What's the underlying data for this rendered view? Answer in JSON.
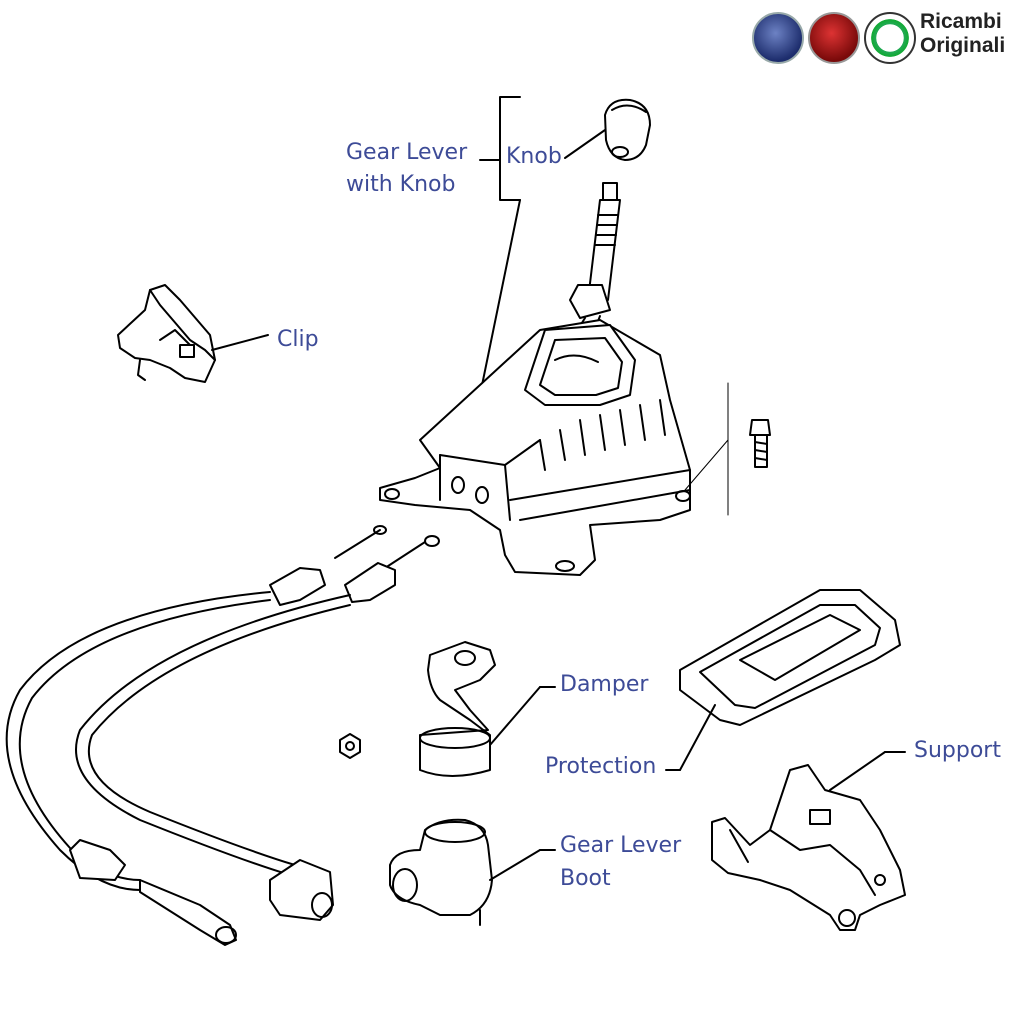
{
  "brand": {
    "line1": "Ricambi",
    "line2": "Originali",
    "logos": [
      "lancia-logo",
      "fiat-logo",
      "alfa-romeo-logo"
    ]
  },
  "labels": {
    "gear_lever_line1": "Gear Lever",
    "gear_lever_line2": "with Knob",
    "knob": "Knob",
    "clip": "Clip",
    "damper": "Damper",
    "protection": "Protection",
    "support": "Support",
    "boot_line1": "Gear Lever",
    "boot_line2": "Boot"
  },
  "colors": {
    "label_text": "#3d4b97",
    "line_art": "#000000"
  }
}
